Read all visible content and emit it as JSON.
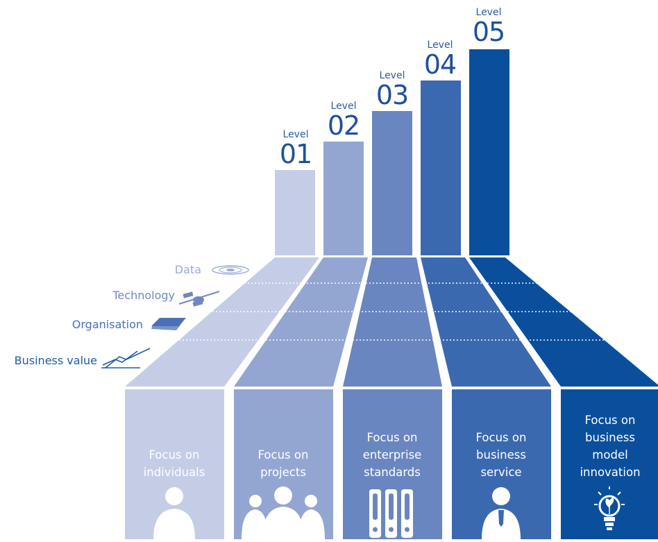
{
  "levels": [
    {
      "word": "Level",
      "number": "01",
      "focus": [
        "Focus on",
        "individuals"
      ],
      "icon": "person-icon",
      "color": "#c5cde6"
    },
    {
      "word": "Level",
      "number": "02",
      "focus": [
        "Focus on",
        "projects"
      ],
      "icon": "group-icon",
      "color": "#93a6d2"
    },
    {
      "word": "Level",
      "number": "03",
      "focus": [
        "Focus on",
        "enterprise",
        "standards"
      ],
      "icon": "binders-icon",
      "color": "#6a86c0"
    },
    {
      "word": "Level",
      "number": "04",
      "focus": [
        "Focus on",
        "business",
        "service"
      ],
      "icon": "businessman-icon",
      "color": "#3b69af"
    },
    {
      "word": "Level",
      "number": "05",
      "focus": [
        "Focus on",
        "business",
        "model",
        "innovation"
      ],
      "icon": "lightbulb-icon",
      "color": "#0a4f9c"
    }
  ],
  "dimensions": [
    {
      "label": "Data",
      "icon": "disk-icon",
      "color": "#9aabd3"
    },
    {
      "label": "Technology",
      "icon": "satellite-icon",
      "color": "#6f88c2"
    },
    {
      "label": "Organisation",
      "icon": "folder-icon",
      "color": "#4b70b5"
    },
    {
      "label": "Business value",
      "icon": "chart-icon",
      "color": "#1f5aa8"
    }
  ]
}
